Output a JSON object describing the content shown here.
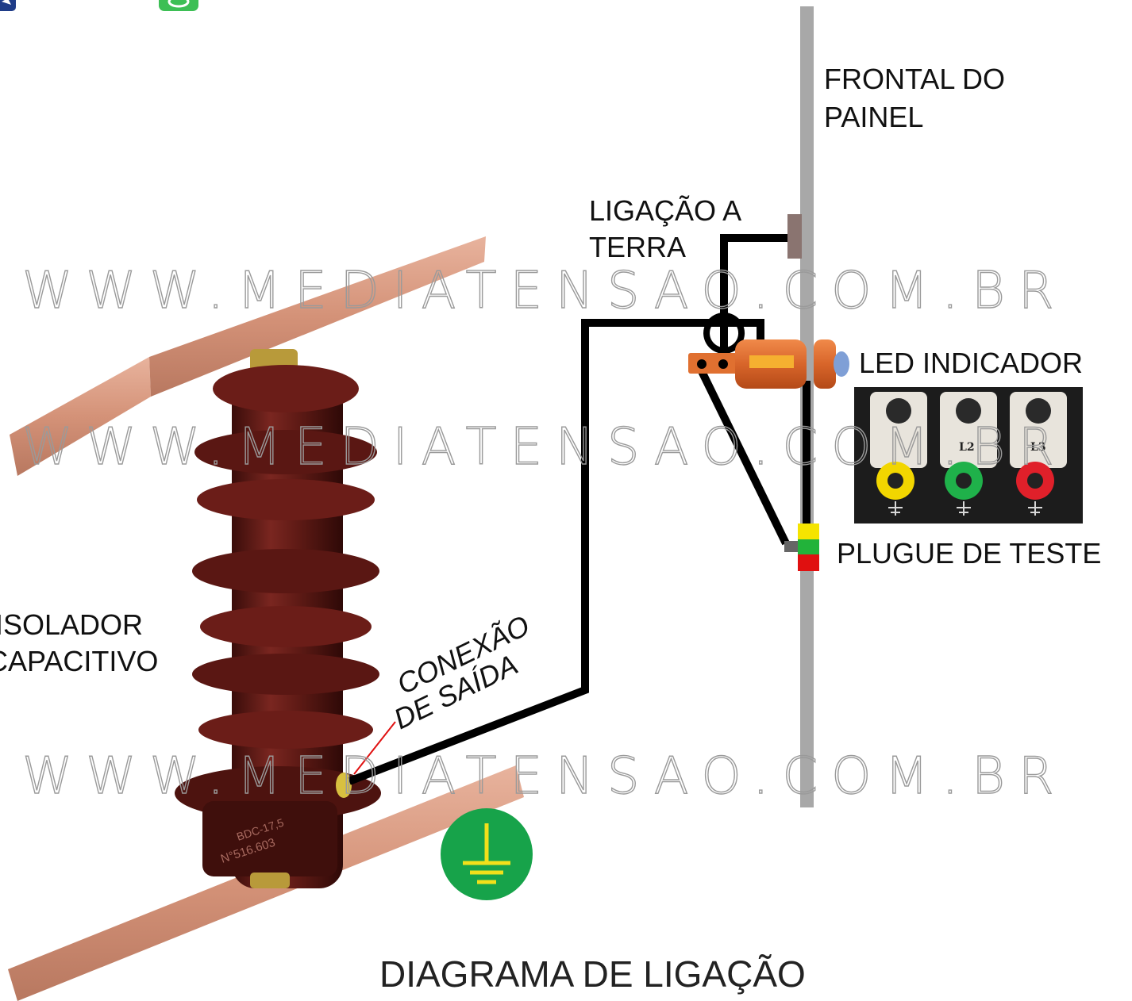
{
  "labels": {
    "frontal_line1": "FRONTAL DO",
    "frontal_line2": "PAINEL",
    "ligacao_line1": "LIGAÇÃO A",
    "ligacao_line2": "TERRA",
    "led": "LED INDICADOR",
    "plugue": "PLUGUE DE TESTE",
    "isolador_line1": "ISOLADOR",
    "isolador_line2": "CAPACITIVO",
    "conexao_line1": "CONEXÃO",
    "conexao_line2": "DE SAÍDA",
    "diagram_title": "DIAGRAMA DE LIGAÇÃO"
  },
  "watermark": "WWW.MEDIATENSAO.COM.BR",
  "jacks": [
    "L2",
    "L3"
  ],
  "icons": {
    "ground": "ground-icon",
    "top_left_a": "app-icon",
    "top_left_b": "chat-icon"
  },
  "colors": {
    "ground_green": "#17a34a",
    "ground_symbol": "#f2e01a",
    "copper": "#d99a80",
    "insulator": "#6b1d18",
    "panel": "#a8a8a8",
    "wire": "#000000",
    "plug_yellow": "#f5e400",
    "plug_green": "#22b33a",
    "plug_red": "#e01010",
    "led_orange": "#e0763a"
  }
}
